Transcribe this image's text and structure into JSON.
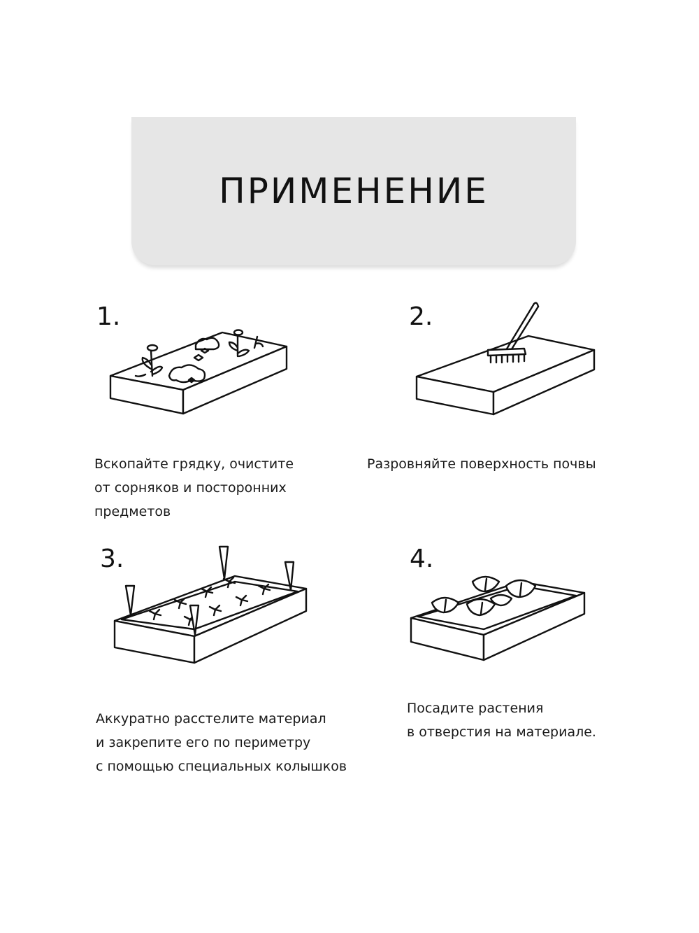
{
  "header": {
    "title": "ПРИМЕНЕНИЕ"
  },
  "steps": [
    {
      "number": "1.",
      "icon": "garden-bed-weeds-icon",
      "lines": [
        "Вскопайте грядку, очистите",
        "от сорняков и посторонних",
        "предметов"
      ]
    },
    {
      "number": "2.",
      "icon": "garden-bed-rake-icon",
      "lines": [
        "Разровняйте поверхность почвы"
      ]
    },
    {
      "number": "3.",
      "icon": "garden-bed-cover-stakes-icon",
      "lines": [
        "Аккуратно расстелите материал",
        "и закрепите его по периметру",
        "с помощью специальных колышков"
      ]
    },
    {
      "number": "4.",
      "icon": "garden-bed-plants-icon",
      "lines": [
        "Посадите растения",
        "в отверстия на материале."
      ]
    }
  ],
  "colors": {
    "card": "#e6e6e6",
    "ink": "#111111",
    "background": "#ffffff"
  }
}
